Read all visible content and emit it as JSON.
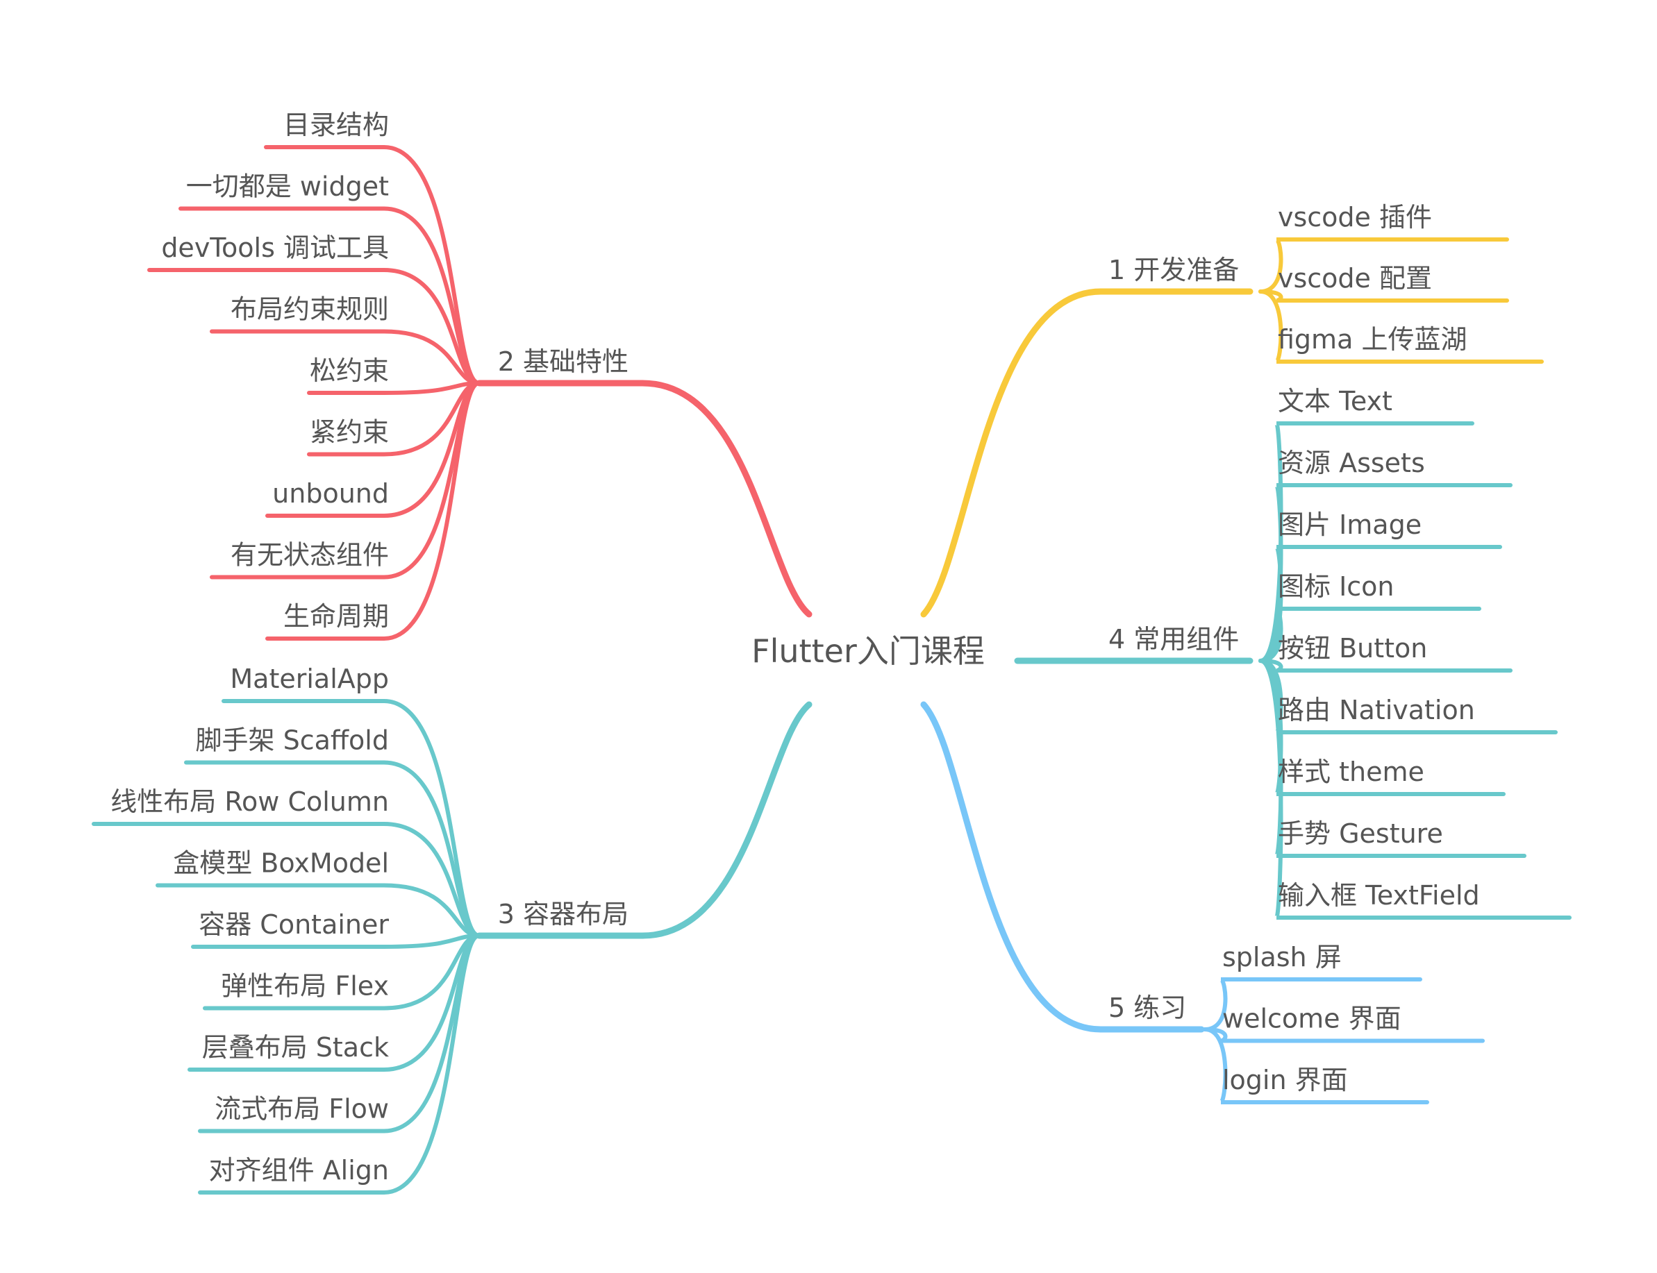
{
  "root": "Flutter入门课程",
  "colors": {
    "branch1": "#F8C93A",
    "branch2": "#F5636B",
    "branch3": "#68C8CB",
    "branch4": "#68C8CB",
    "branch5": "#78C6F8"
  },
  "branches": [
    {
      "id": "b1",
      "label": "1 开发准备",
      "side": "right",
      "color_key": "branch1",
      "children": [
        "vscode 插件",
        "vscode 配置",
        "figma 上传蓝湖"
      ]
    },
    {
      "id": "b2",
      "label": "2 基础特性",
      "side": "left",
      "color_key": "branch2",
      "children": [
        "目录结构",
        "一切都是 widget",
        "devTools 调试工具",
        "布局约束规则",
        "松约束",
        "紧约束",
        "unbound",
        "有无状态组件",
        "生命周期"
      ]
    },
    {
      "id": "b3",
      "label": "3 容器布局",
      "side": "left",
      "color_key": "branch3",
      "children": [
        "MaterialApp",
        "脚手架 Scaffold",
        "线性布局 Row Column",
        "盒模型 BoxModel",
        "容器 Container",
        "弹性布局 Flex",
        "层叠布局 Stack",
        "流式布局 Flow",
        "对齐组件 Align"
      ]
    },
    {
      "id": "b4",
      "label": "4 常用组件",
      "side": "right",
      "color_key": "branch4",
      "children": [
        "文本 Text",
        "资源 Assets",
        "图片 Image",
        "图标 Icon",
        "按钮 Button",
        "路由 Nativation",
        "样式 theme",
        "手势 Gesture",
        "输入框 TextField"
      ]
    },
    {
      "id": "b5",
      "label": "5 练习",
      "side": "right",
      "color_key": "branch5",
      "children": [
        "splash 屏",
        "welcome 界面",
        "login 界面"
      ]
    }
  ]
}
